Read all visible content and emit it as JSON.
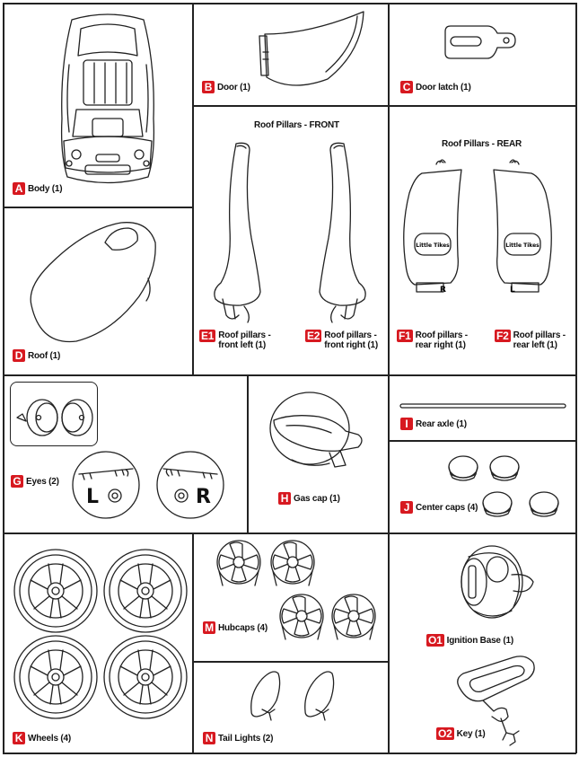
{
  "parts": {
    "A": {
      "letter": "A",
      "name": "Body (1)"
    },
    "B": {
      "letter": "B",
      "name": "Door (1)"
    },
    "C": {
      "letter": "C",
      "name": "Door latch (1)"
    },
    "D": {
      "letter": "D",
      "name": "Roof (1)"
    },
    "E1": {
      "letter": "E1",
      "name_line1": "Roof  pillars -",
      "name_line2": "front left (1)"
    },
    "E2": {
      "letter": "E2",
      "name_line1": "Roof pillars -",
      "name_line2": "front right (1)"
    },
    "F1": {
      "letter": "F1",
      "name_line1": "Roof  pillars -",
      "name_line2": "rear right (1)"
    },
    "F2": {
      "letter": "F2",
      "name_line1": "Roof  pillars -",
      "name_line2": "rear  left (1)"
    },
    "G": {
      "letter": "G",
      "name": "Eyes (2)",
      "left_mark": "L",
      "right_mark": "R"
    },
    "H": {
      "letter": "H",
      "name": "Gas cap (1)"
    },
    "I": {
      "letter": "I",
      "name": "Rear axle (1)"
    },
    "J": {
      "letter": "J",
      "name": "Center caps (4)"
    },
    "K": {
      "letter": "K",
      "name": "Wheels (4)"
    },
    "M": {
      "letter": "M",
      "name": "Hubcaps (4)"
    },
    "N": {
      "letter": "N",
      "name": "Tail Lights (2)"
    },
    "O1": {
      "letter": "O1",
      "name": "Ignition Base (1)"
    },
    "O2": {
      "letter": "O2",
      "name": "Key (1)"
    }
  },
  "headings": {
    "front": "Roof Pillars - FRONT",
    "rear": "Roof Pillars - REAR"
  },
  "logo_text": "Little Tikes"
}
